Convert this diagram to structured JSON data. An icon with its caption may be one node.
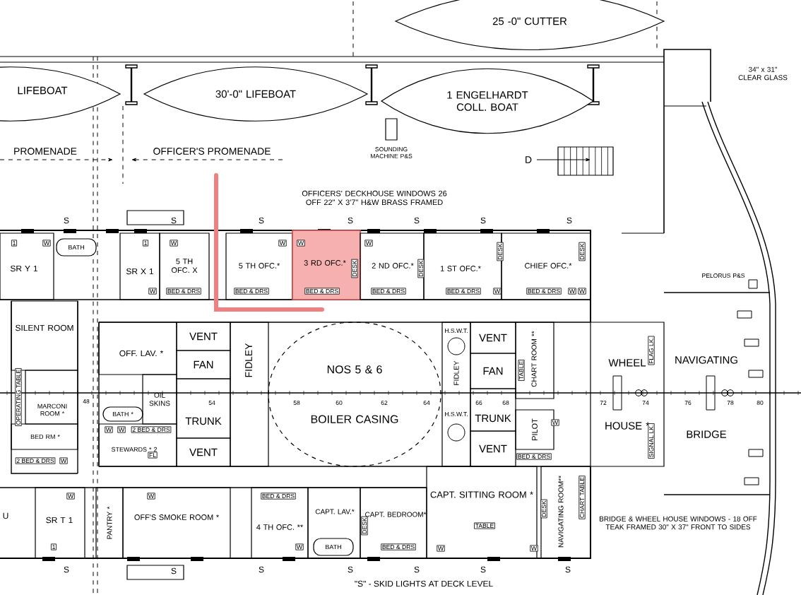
{
  "diagram": {
    "nodes": [
      {
        "text": [
          "25 -0\" CUTTER"
        ]
      },
      {
        "text": [
          "LIFEBOAT"
        ]
      },
      {
        "text": [
          "30'-0\" LIFEBOAT"
        ]
      },
      {
        "text": [
          "1 ENGELHARDT COLL. BOAT"
        ]
      },
      {
        "text": [
          "SR Y 1"
        ]
      },
      {
        "text": [
          "BATH"
        ]
      },
      {
        "text": [
          "SR X 1"
        ]
      },
      {
        "text": [
          "5 TH OFC. X"
        ]
      },
      {
        "text": [
          "5 TH OFC.*"
        ]
      },
      {
        "text": [
          "3 RD OFC.*"
        ]
      },
      {
        "text": [
          "2 ND OFC.*"
        ]
      },
      {
        "text": [
          "1 ST OFC.*"
        ]
      },
      {
        "text": [
          "CHIEF OFC.*"
        ]
      },
      {
        "text": [
          "SILENT ROOM"
        ]
      },
      {
        "text": [
          "MARCONI ROOM *"
        ]
      },
      {
        "text": [
          "BED RM *"
        ]
      },
      {
        "text": [
          "OFF. LAV. *"
        ]
      },
      {
        "text": [
          "BATH *"
        ]
      },
      {
        "text": [
          "OIL SKINS"
        ]
      },
      {
        "text": [
          "STEWARDS * 2"
        ]
      },
      {
        "text": [
          "VENT"
        ]
      },
      {
        "text": [
          "FAN"
        ]
      },
      {
        "text": [
          "TRUNK"
        ]
      },
      {
        "text": [
          "VENT"
        ]
      },
      {
        "text": [
          "FIDLEY"
        ]
      },
      {
        "text": [
          "NOS 5 & 6",
          "BOILER CASING"
        ]
      },
      {
        "text": [
          "FIDLEY"
        ]
      },
      {
        "text": [
          "VENT"
        ]
      },
      {
        "text": [
          "FAN"
        ]
      },
      {
        "text": [
          "TRUNK"
        ]
      },
      {
        "text": [
          "VENT"
        ]
      },
      {
        "text": [
          "CHART ROOM **"
        ]
      },
      {
        "text": [
          "PILOT"
        ]
      },
      {
        "text": [
          "WHEEL",
          "HOUSE *"
        ]
      },
      {
        "text": [
          "NAVIGATING",
          "BRIDGE"
        ]
      },
      {
        "text": [
          "SR T 1"
        ]
      },
      {
        "text": [
          "PANTRY *"
        ]
      },
      {
        "text": [
          "OFF'S SMOKE ROOM *"
        ]
      },
      {
        "text": [
          "4 TH OFC. **"
        ]
      },
      {
        "text": [
          "CAPT. LAV.*"
        ]
      },
      {
        "text": [
          "CAPT. BEDROOM*"
        ]
      },
      {
        "text": [
          "CAPT. SITTING ROOM *"
        ]
      },
      {
        "text": [
          "NAVIGATING ROOM**"
        ]
      },
      {
        "text": [
          "BATH"
        ],
        "in": 39
      }
    ],
    "labels": [
      "PROMENADE",
      "OFFICER'S PROMENADE",
      "SOUNDING MACHINE P&S",
      "D",
      "34\" x 31\" CLEAR GLASS",
      "OFFICERS' DECKHOUSE WINDOWS 26 OFF 22\" X 3'7\" H&W BRASS FRAMED",
      "S",
      "S",
      "S",
      "S",
      "S",
      "S",
      "S",
      "1",
      "W",
      "1",
      "W",
      "W",
      "W",
      "W",
      "DESK",
      "DESK",
      "DESK",
      "DESK",
      "W",
      "BED & DRS",
      "BED & DRS",
      "BED & DRS",
      "BED & DRS",
      "BED & DRS",
      "W",
      "BED & DRS",
      "W",
      "W",
      "PELORUS P&S",
      "OPERATING TABLE",
      "48",
      "2 BED & DRS",
      "W",
      "W",
      "W",
      "2 BED & DRS",
      "FL",
      "54",
      "58",
      "60",
      "62",
      "64",
      "H.S.W.T.",
      "H.S.W.T.",
      "66",
      "68",
      "TABLE",
      "BED & DRS",
      "W",
      "FLAG LK.",
      "SIGNAL LK.",
      "72",
      "74",
      "76",
      "78",
      "80",
      "U",
      "W",
      "W",
      "1",
      "BED & DRS",
      "DESK",
      "TABLE",
      "DESK",
      "CHART TABLE",
      "W",
      "BED & DRS",
      "W",
      "W",
      "BRIDGE & WHEEL HOUSE WINDOWS - 18 OFF TEAK FRAMED 30\" X 37\" FRONT TO SIDES",
      "S",
      "S",
      "S",
      "S",
      "S",
      "S",
      "S",
      "\"S\" - SKID LIGHTS AT DECK LEVEL"
    ]
  }
}
